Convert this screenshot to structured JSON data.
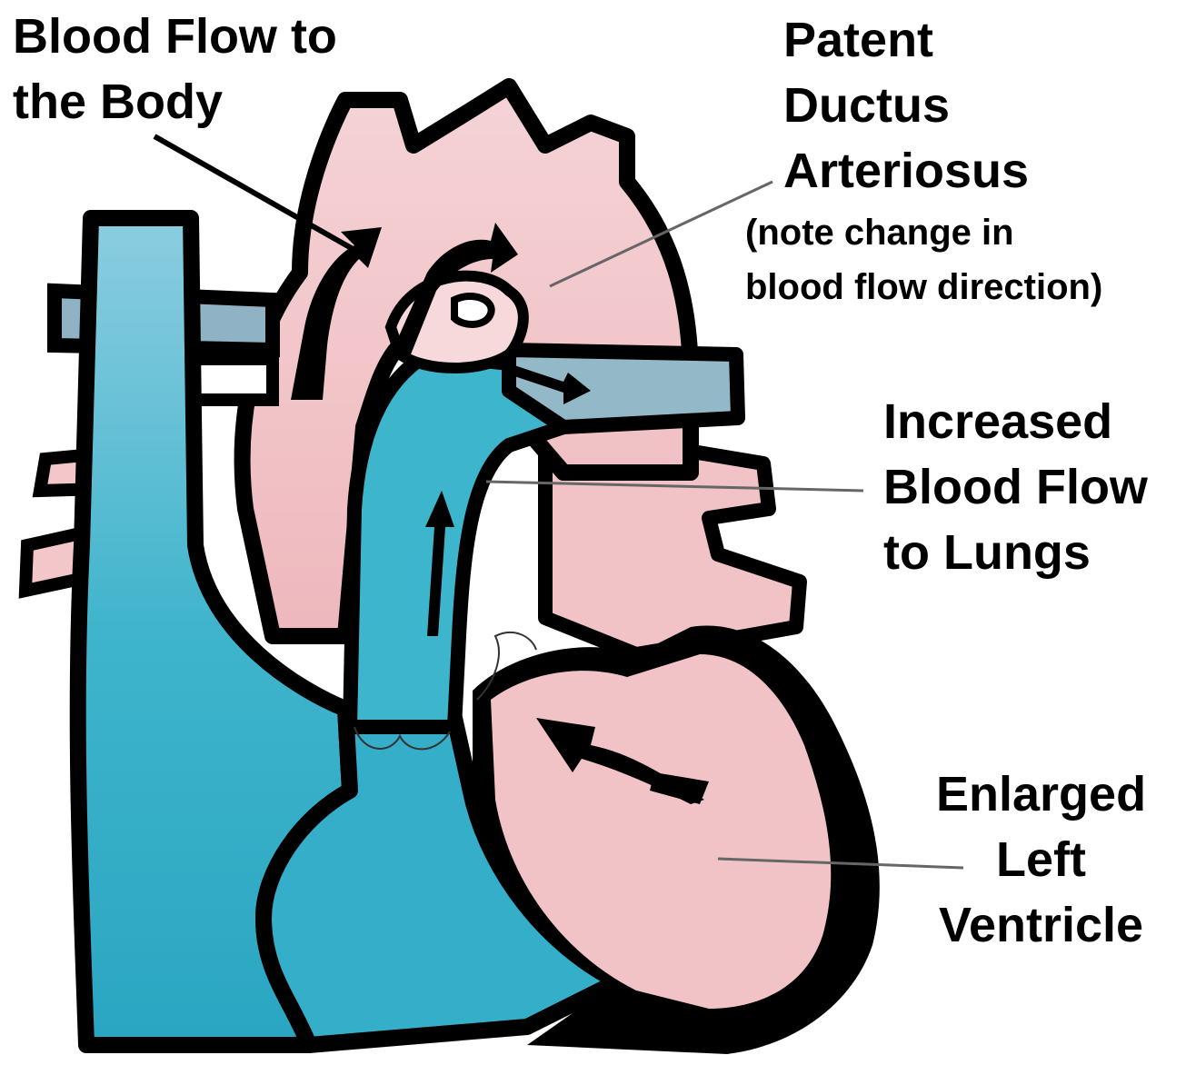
{
  "colors": {
    "oxygenated": "#f2c4c8",
    "oxygenated_light": "#f7d9db",
    "deoxygenated": "#3fb4cc",
    "deoxygenated_light": "#8ccde0",
    "vessel_gray": "#8fb3c4",
    "outline": "#000000",
    "leader_line": "#555555"
  },
  "labels": {
    "body_flow": [
      "Blood Flow to",
      "the Body"
    ],
    "pda": [
      "Patent",
      "Ductus",
      "Arteriosus"
    ],
    "pda_note": [
      "(note change in",
      "blood flow direction)"
    ],
    "lung_flow": [
      "Increased",
      "Blood Flow",
      "to Lungs"
    ],
    "left_ventricle": [
      "Enlarged",
      "Left",
      "Ventricle"
    ]
  }
}
